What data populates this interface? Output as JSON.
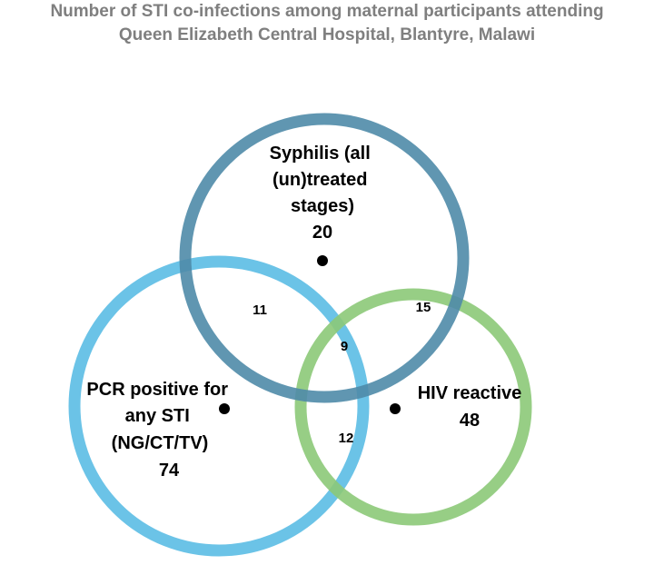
{
  "title": {
    "line1": "Number of STI co-infections among maternal participants attending",
    "line2": "Queen Elizabeth Central Hospital, Blantyre, Malawi"
  },
  "sets": {
    "syphilis": {
      "label_lines": [
        "Syphilis (all",
        "(un)treated",
        "stages)"
      ],
      "count": "20",
      "color": "#4f8ba8"
    },
    "pcr": {
      "label_lines": [
        "PCR positive for",
        "any STI",
        "(NG/CT/TV)"
      ],
      "count": "74",
      "color": "#5bbde4"
    },
    "hiv": {
      "label_lines": [
        "HIV reactive"
      ],
      "count": "48",
      "color": "#8cc978"
    }
  },
  "overlaps": {
    "syphilis_pcr": "11",
    "syphilis_hiv": "15",
    "all_three": "9",
    "pcr_hiv": "12"
  }
}
